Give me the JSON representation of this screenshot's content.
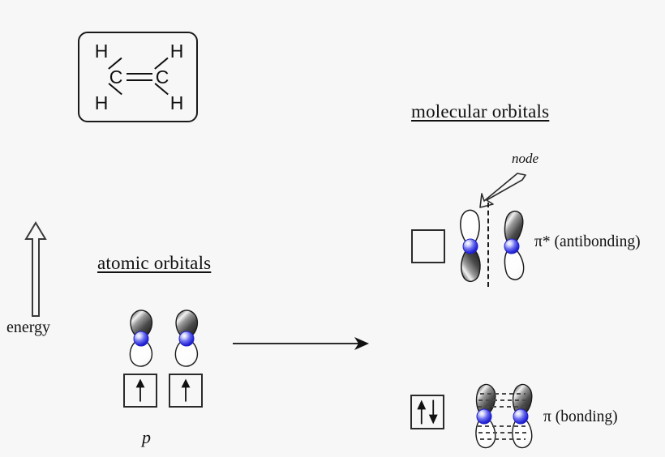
{
  "diagram": {
    "title_atomic": "atomic orbitals",
    "title_molecular": "molecular orbitals",
    "axis_label": "energy",
    "node_label": "node",
    "orbital_label": "p",
    "antibonding_label": "π* (antibonding)",
    "bonding_label": "π (bonding)",
    "molecule": {
      "left_carbon": "C",
      "right_carbon": "C",
      "h_top_left": "H",
      "h_top_right": "H",
      "h_bottom_left": "H",
      "h_bottom_right": "H",
      "bond_type": "double"
    },
    "electron_boxes": {
      "atomic_left": [
        "up"
      ],
      "atomic_right": [
        "up"
      ],
      "antibonding": [],
      "bonding": [
        "up",
        "down"
      ]
    },
    "colors": {
      "background": "#f7f7f7",
      "ink": "#111111",
      "node_sphere": "#2020dd",
      "lobe_dark": "#2a2a2a",
      "lobe_light": "#ffffff"
    }
  }
}
